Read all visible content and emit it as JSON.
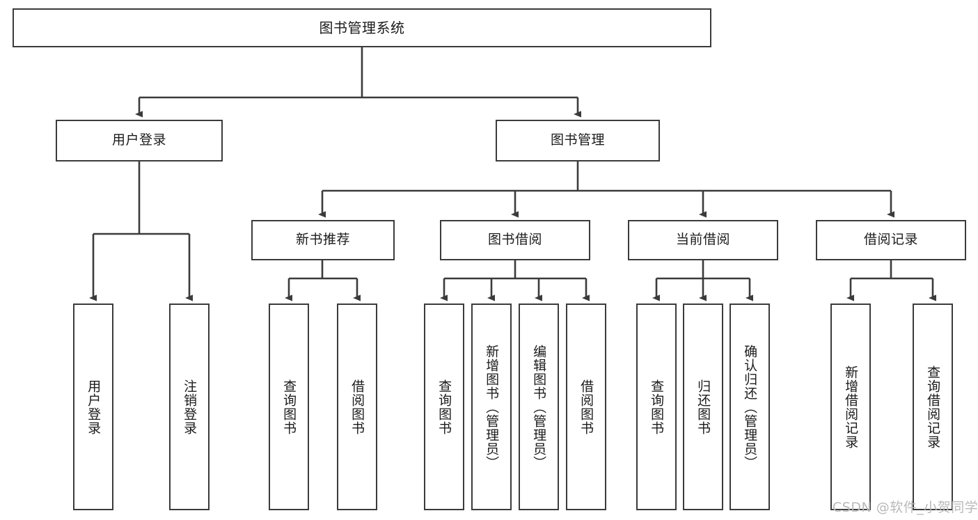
{
  "diagram": {
    "type": "hierarchy-tree",
    "title": "图书管理系统",
    "stroke_color": "#3b3b3b",
    "background_color": "#ffffff",
    "text_color": "#1b1b1b",
    "watermark": "CSDN @软件_小贺同学",
    "root": {
      "label": "图书管理系统"
    },
    "tier2": [
      {
        "label": "用户登录"
      },
      {
        "label": "图书管理"
      }
    ],
    "tier3": [
      {
        "label": "新书推荐"
      },
      {
        "label": "图书借阅"
      },
      {
        "label": "当前借阅"
      },
      {
        "label": "借阅记录"
      }
    ],
    "leaves": {
      "user_login": [
        {
          "label": "用户登录"
        },
        {
          "label": "注销登录"
        }
      ],
      "new_book_recommend": [
        {
          "label": "查询图书"
        },
        {
          "label": "借阅图书"
        }
      ],
      "book_borrow": [
        {
          "label": "查询图书"
        },
        {
          "label": "新增图书（管理员）"
        },
        {
          "label": "编辑图书（管理员）"
        },
        {
          "label": "借阅图书"
        }
      ],
      "current_borrow": [
        {
          "label": "查询图书"
        },
        {
          "label": "归还图书"
        },
        {
          "label": "确认归还（管理员）"
        }
      ],
      "borrow_record": [
        {
          "label": "新增借阅记录"
        },
        {
          "label": "查询借阅记录"
        }
      ]
    }
  }
}
